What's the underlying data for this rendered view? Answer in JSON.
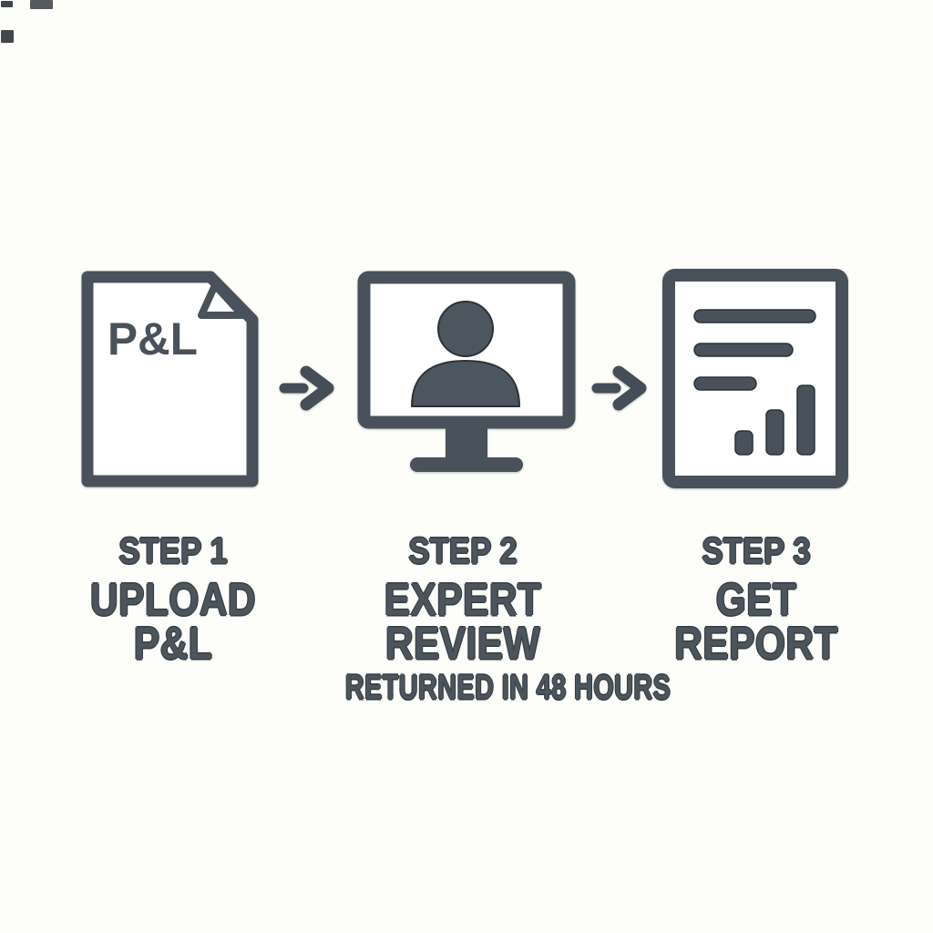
{
  "canvas": {
    "background_color": "#fdfdfa",
    "ink_color": "#49525a",
    "outline_color": "#353d44"
  },
  "steps": [
    {
      "step_label": "STEP 1",
      "title_line1": "UPLOAD",
      "title_line2": "P&L",
      "icon": "pnl-document-icon",
      "icon_text": "P&L"
    },
    {
      "step_label": "STEP 2",
      "title_line1": "EXPERT",
      "title_line2": "REVIEW",
      "subtitle": "RETURNED IN 48 HOURS",
      "icon": "expert-monitor-icon"
    },
    {
      "step_label": "STEP 3",
      "title_line1": "GET",
      "title_line2": "REPORT",
      "icon": "report-document-icon"
    }
  ],
  "arrows": [
    {
      "icon": "right-arrow-icon"
    },
    {
      "icon": "right-arrow-icon"
    }
  ]
}
